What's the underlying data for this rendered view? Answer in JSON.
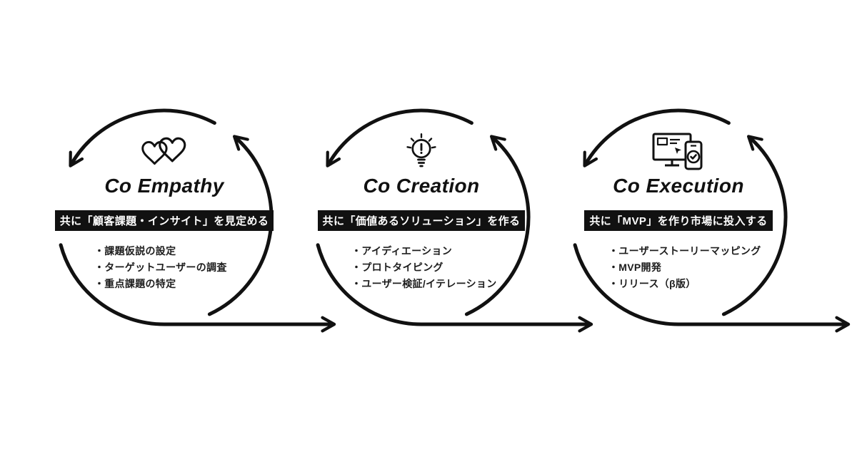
{
  "diagram": {
    "background": "#ffffff",
    "ink": "#111111",
    "bar_bg": "#111111",
    "bar_text_color": "#ffffff",
    "phases": [
      {
        "icon": "double-hearts",
        "title": "Co Empathy",
        "subtitle": "共に「顧客課題・インサイト」を見定める",
        "bullets": [
          "・課題仮説の設定",
          "・ターゲットユーザーの調査",
          "・重点課題の特定"
        ]
      },
      {
        "icon": "lightbulb-idea",
        "title": "Co Creation",
        "subtitle": "共に「価値あるソリューション」を作る",
        "bullets": [
          "・アイディエーション",
          "・プロトタイピング",
          "・ユーザー検証/イテレーション"
        ]
      },
      {
        "icon": "devices-launch",
        "title": "Co Execution",
        "subtitle": "共に「MVP」を作り市場に投入する",
        "bullets": [
          "・ユーザーストーリーマッピング",
          "・MVP開発",
          "・リリース（β版）"
        ]
      }
    ]
  }
}
